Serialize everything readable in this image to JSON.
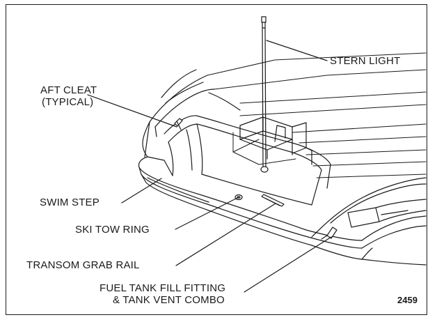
{
  "callouts": {
    "stern_light": "STERN LIGHT",
    "aft_cleat_line1": "AFT CLEAT",
    "aft_cleat_line2": "(TYPICAL)",
    "swim_step": "SWIM STEP",
    "ski_tow_ring": "SKI TOW RING",
    "transom_grab_rail": "TRANSOM GRAB RAIL",
    "fuel_tank_line1": "FUEL TANK FILL FITTING",
    "fuel_tank_line2": "& TANK VENT COMBO"
  },
  "figure_number": "2459"
}
